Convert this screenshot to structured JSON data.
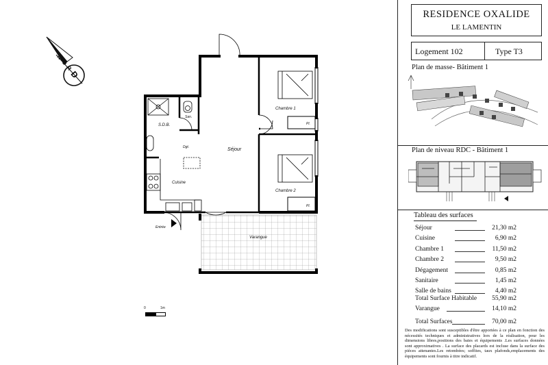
{
  "header": {
    "residence": "RESIDENCE  OXALIDE",
    "city": "LE LAMENTIN",
    "logement": "Logement 102",
    "type": "Type T3"
  },
  "plan_de_masse": {
    "title": "Plan de masse- Bâtiment 1"
  },
  "plan_de_niveau": {
    "title": "Plan de niveau RDC - Bâtiment 1"
  },
  "compass": {
    "label": "NORD"
  },
  "rooms": {
    "sejour": "Séjour",
    "chambre1": "Chambre 1",
    "chambre2": "Chambre 2",
    "cuisine": "Cuisine",
    "sdb": "S.D.B.",
    "san": "San.",
    "dgt": "Dgt.",
    "varangue": "Varangue",
    "entree": "Entrée",
    "pl1": "Pl.",
    "pl2": "Pl."
  },
  "scale": {
    "zero": "0",
    "max": "1m"
  },
  "surfaces": {
    "title": "Tableau des surfaces",
    "rows": [
      {
        "label": "Séjour",
        "value": "21,30 m2"
      },
      {
        "label": "Cuisine",
        "value": "6,90 m2"
      },
      {
        "label": "Chambre 1",
        "value": "11,50 m2"
      },
      {
        "label": "Chambre 2",
        "value": "9,50 m2"
      },
      {
        "label": "Dégagement",
        "value": "0,85 m2"
      },
      {
        "label": "Sanitaire",
        "value": "1,45 m2"
      },
      {
        "label": "Salle de bains",
        "value": "4,40 m2"
      }
    ],
    "habitable": {
      "label": "Total Surface Habitable",
      "value": "55,90  m2"
    },
    "varangue": {
      "label": "Varangue",
      "value": "14,10  m2"
    },
    "total": {
      "label": "Total Surfaces",
      "value": "70,00 m2"
    }
  },
  "disclaimer": "Des modifications sont susceptibles d'être apportées à ce plan en fonction des nécessités techniques et administratives lors de la réalisation, pour les dimensions libres,positions des baies et équipements .Les surfaces données sont approximatives . La surface des placards est incluse dans la surface des pièces attenantes.Les retombées; soffites, taux plafonds,emplacements des équipements sont fournis à  titre indicatif."
}
